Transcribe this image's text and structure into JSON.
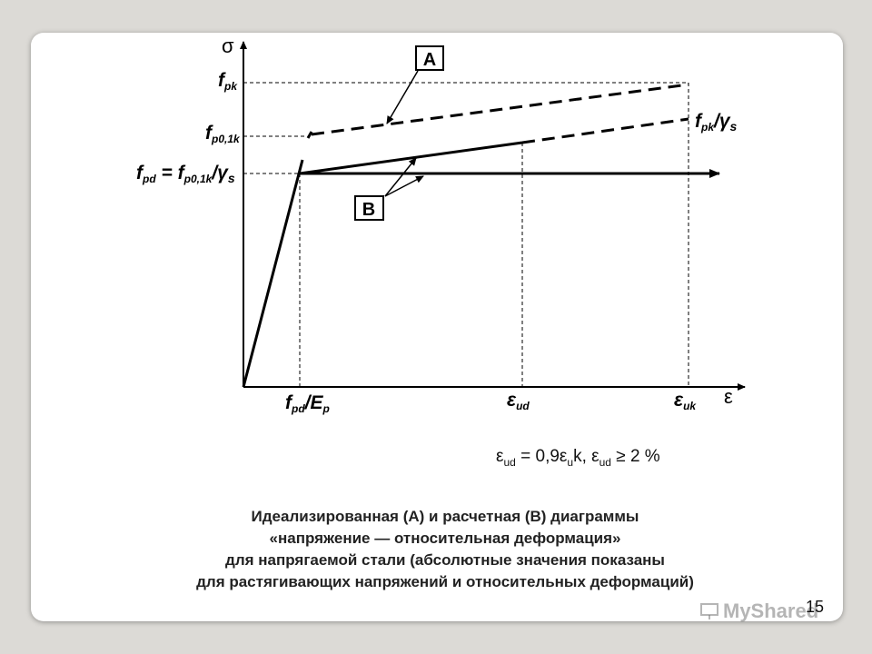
{
  "diagram": {
    "sigma_label": "σ",
    "epsilon_label": "ε",
    "f_pk": {
      "main": "f",
      "sub": "pk"
    },
    "f_p01k": {
      "main": "f",
      "sub": "p0,1k"
    },
    "f_pd_left": {
      "f": "f",
      "sub": "pd",
      "eq": " = ",
      "f2": "f",
      "sub2": "p0,1k",
      "slash": "/γ",
      "s": "s"
    },
    "f_pk_gamma": {
      "f": "f",
      "sub": "pk",
      "slash": "/γ",
      "s": "s"
    },
    "box_a": "A",
    "box_b": "B",
    "x_fpd_ep": {
      "f": "f",
      "sub": "pd",
      "slash": "/E",
      "sub2": "p"
    },
    "x_eps_ud": {
      "eps": "ε",
      "sub": "ud"
    },
    "x_eps_uk": {
      "eps": "ε",
      "sub": "uk"
    }
  },
  "formula": {
    "part1": "ε",
    "sub1": "ud",
    "part2": " = 0,9ε",
    "sub2": "u",
    "part3": "k, ε",
    "sub3": "ud",
    "part4": "≥ 2 %"
  },
  "caption": [
    "Идеализированная (А) и расчетная (В) диаграммы",
    "«напряжение — относительная деформация»",
    "для напрягаемой стали (абсолютные значения показаны",
    "для растягивающих напряжений и относительных деформаций)"
  ],
  "page_number": "15",
  "watermark": "MyShared"
}
